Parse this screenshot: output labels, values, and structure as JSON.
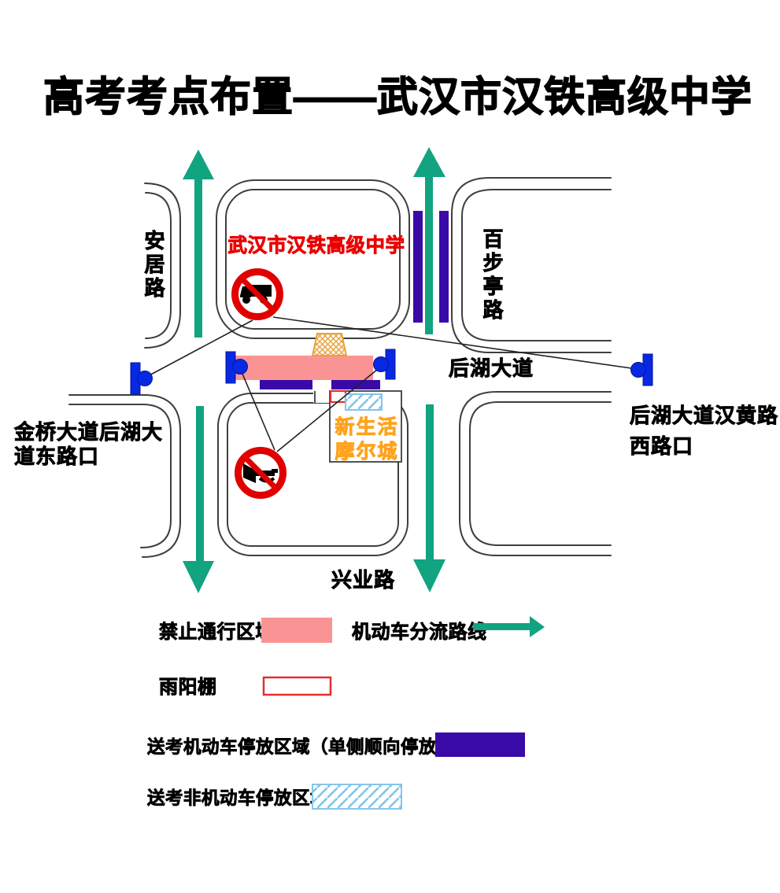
{
  "title": "高考考点布置——武汉市汉铁高级中学",
  "map": {
    "school_name": "武汉市汉铁高级中学",
    "mall_name_line1": "新生活",
    "mall_name_line2": "摩尔城",
    "road_anju": "安居路",
    "road_baibuting": "百步亭路",
    "road_houhu": "后湖大道",
    "road_xingye": "兴业路",
    "corner_east_line1": "金桥大道后湖大",
    "corner_east_line2": "道东路口",
    "corner_west_line1": "后湖大道汉黄路",
    "corner_west_line2": "西路口",
    "icons": {
      "no_trucks": "no-trucks-prohibition-sign",
      "no_horn": "no-horn-prohibition-sign",
      "barrier": "road-closure-barrier",
      "gate": "school-gate-canopy"
    }
  },
  "legend": {
    "no_pass": "禁止通行区域",
    "diversion": "机动车分流路线",
    "canopy": "雨阳棚",
    "motor_parking": "送考机动车停放区域（单侧顺向停放）",
    "nonmotor_parking": "送考非机动车停放区域"
  },
  "colors": {
    "diversion_arrow_green": "#12A380",
    "no_pass_pink": "#FA9494",
    "motor_parking_navy": "#3A0AA8",
    "barrier_blue": "#0729E3",
    "canopy_border_red": "#E03030",
    "nonmotor_hatch_blue": "#85C5EA",
    "school_label_red": "#EA0000",
    "mall_label_orange": "#FFA21C",
    "gate_hatch_orange": "#E8A23C",
    "prohibition_sign_red": "#E00000"
  }
}
